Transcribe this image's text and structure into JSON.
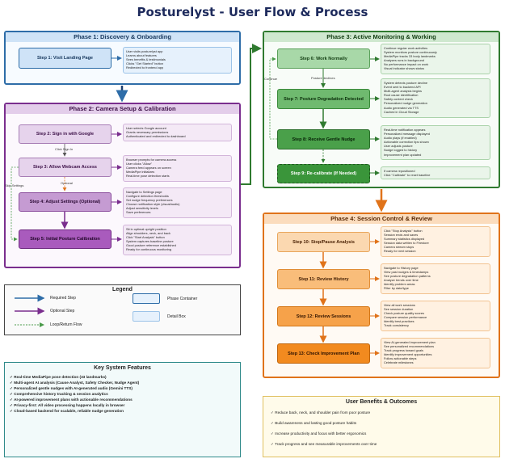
{
  "title": "Posturelyst - User Flow & Process",
  "phase1": {
    "title": "Phase 1: Discovery & Onboarding",
    "step1": {
      "label": "Step 1: Visit Landing Page",
      "details": [
        "User visits posturelyst app",
        "Learns about features",
        "Sees benefits & testimonials",
        "Clicks \"Get Started\" button",
        "Redirected to frontend app"
      ]
    }
  },
  "phase2": {
    "title": "Phase 2: Camera Setup & Calibration",
    "step2": {
      "label": "Step 2: Sign in with Google",
      "details": [
        "User selects Google account",
        "Grants necessary permissions",
        "Authenticated and redirected to dashboard"
      ]
    },
    "step3": {
      "label": "Step 3: Allow Webcam Access",
      "details": [
        "Browser prompts for camera access",
        "User clicks \"Allow\"",
        "Camera feed appears on screen",
        "MediaPipe initializes",
        "Real-time pose detection starts"
      ]
    },
    "step4": {
      "label": "Step 4: Adjust Settings (Optional)",
      "details": [
        "Navigate to Settings page",
        "Configure detection thresholds",
        "Set nudge frequency preferences",
        "Choose notification style (visual/audio)",
        "Adjust sensitivity levels",
        "Save preferences"
      ]
    },
    "step5": {
      "label": "Step 5: Initial Posture Calibration",
      "details": [
        "Sit in optimal upright position",
        "Align shoulders, neck, and back",
        "Click \"Start Analysis\" button",
        "System captures baseline posture",
        "Good posture reference established",
        "Ready for continuous monitoring"
      ]
    },
    "arrow_labels": {
      "click_signin": "Click Sign In",
      "optional": "Optional",
      "skip_settings": "Skip Settings"
    }
  },
  "phase3": {
    "title": "Phase 3: Active Monitoring & Working",
    "step6": {
      "label": "Step 6: Work Normally",
      "details": [
        "Continue regular work activities",
        "System monitors posture continuously",
        "MediaPipe tracks 33 body landmarks",
        "Analyzes runs in background",
        "No performance impact on work",
        "Visual indicator shows status"
      ]
    },
    "step7": {
      "label": "Step 7: Posture Degradation Detected",
      "details": [
        "System detects posture decline",
        "Event sent to backend API",
        "Multi-agent analysis begins",
        "Root cause identification",
        "Safety context check",
        "Personalized nudge generation",
        "Audio generated via TTS",
        "Cached in Cloud Storage"
      ]
    },
    "step8": {
      "label": "Step 8: Receive Gentle Nudge",
      "details": [
        "Real-time notification appears",
        "Personalized message displayed",
        "Audio plays (if enabled)",
        "Actionable correction tips shown",
        "User adjusts posture",
        "Nudge logged to history",
        "Improvement plan updated"
      ]
    },
    "step9": {
      "label": "Step 9: Re-calibrate (If Needed)",
      "details": [
        "If camera repositioned",
        "Click \"Calibrate\" to reset baseline"
      ]
    },
    "arrow_labels": {
      "posture_declines": "Posture declines",
      "continue": "Continue"
    }
  },
  "phase4": {
    "title": "Phase 4: Session Control & Review",
    "step10": {
      "label": "Step 10: Stop/Pause Analysis",
      "details": [
        "Click \"Stop Analysis\" button",
        "Session ends and saves",
        "Summary statistics displayed",
        "Session data written to Firestore",
        "Camera stream stops",
        "Ready for next session"
      ]
    },
    "step11": {
      "label": "Step 11: Review History",
      "details": [
        "Navigate to History page",
        "View past nudges & timestamps",
        "See posture degradation patterns",
        "Analyze trends over time",
        "Identify problem areas",
        "Filter by date/type"
      ]
    },
    "step12": {
      "label": "Step 12: Review Sessions",
      "details": [
        "View all work sessions",
        "See session duration",
        "Check posture quality scores",
        "Compare session performance",
        "Identify best practices",
        "Track consistency"
      ]
    },
    "step13": {
      "label": "Step 13: Check Improvement Plan",
      "details": [
        "View AI-generated improvement plan",
        "See personalized recommendations",
        "Track progress toward goals",
        "Identify improvement opportunities",
        "Follow actionable steps",
        "Celebrate milestones"
      ]
    }
  },
  "legend": {
    "title": "Legend",
    "items": [
      "Required Step",
      "Optional Step",
      "Loop/Return Flow",
      "Phase Container",
      "Detail Box"
    ]
  },
  "features": {
    "title": "Key System Features",
    "items": [
      "Real-time MediaPipe pose detection (33 landmarks)",
      "Multi-agent AI analysis (Cause Analyst, Safety Checker, Nudge Agent)",
      "Personalized gentle nudges with AI-generated audio (Gemini TTS)",
      "Comprehensive history tracking & session analytics",
      "AI-powered improvement plans with actionable recommendations",
      "Privacy-first: All video processing happens locally in browser",
      "Cloud-based backend for scalable, reliable nudge generation"
    ]
  },
  "benefits": {
    "title": "User Benefits & Outcomes",
    "items": [
      "Reduce back, neck, and shoulder pain from poor posture",
      "Build awareness and lasting good posture habits",
      "Increase productivity and focus with better ergonomics",
      "Track progress and see measurable improvements over time"
    ]
  },
  "check_glyph": "✓",
  "colors": {
    "phase1": "#2e6da8",
    "phase2": "#7a2e8e",
    "phase3": "#2f7a2f",
    "phase4": "#e0731a",
    "required_arrow": "#2e6da8",
    "optional_arrow": "#7a2e8e",
    "loop_arrow": "#4a9a4a"
  }
}
